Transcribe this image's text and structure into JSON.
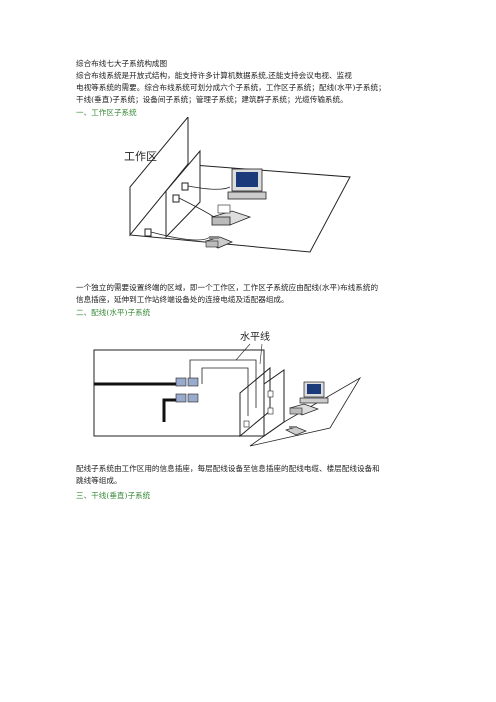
{
  "doc": {
    "title": "综合布线七大子系统构成图",
    "intro_lines": [
      "综合布线系统是开放式结构，能支持许多计算机数据系统,还能支持会议电视、监视",
      "电视等系统的需要。综合布线系统可划分成六个子系统，工作区子系统；配线(水平)子系统；",
      "干线(垂直)子系统；设备间子系统；管理子系统；建筑群子系统；光缆传输系统。"
    ],
    "section1": {
      "heading": "一、工作区子系统",
      "figure_label": "工作区",
      "desc_lines": [
        "一个独立的需要设置终端的区域，即一个工作区，工作区子系统应由配线(水平)布线系统的",
        "信息插座，延伸到工作站终端设备处的连接电缆及适配器组成。"
      ]
    },
    "section2": {
      "heading": "二、配线(水平)子系统",
      "figure_label": "水平线",
      "desc_lines": [
        "配线子系统由工作区用的信息插座，每层配线设备至信息插座的配线电缆、楼层配线设备和",
        "跳线等组成。"
      ]
    },
    "section3": {
      "heading": "三、干线(垂直)子系统"
    }
  }
}
